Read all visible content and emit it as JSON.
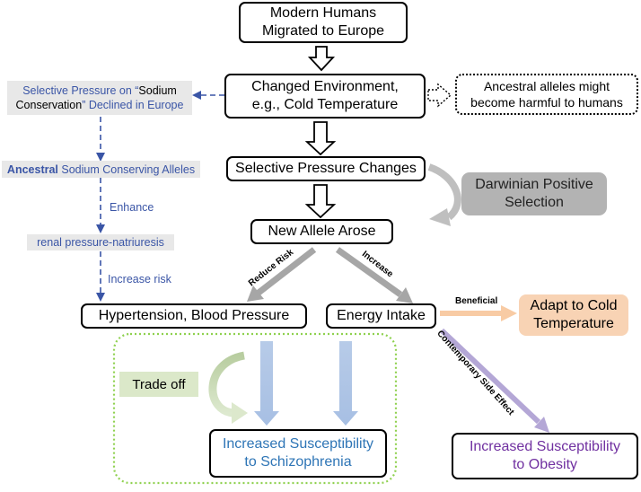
{
  "nodes": {
    "migrated": {
      "line1": "Modern Humans",
      "line2": "Migrated to Europe"
    },
    "changed_env": {
      "line1": "Changed Environment,",
      "line2": "e.g., Cold Temperature"
    },
    "ancestral_harmful": {
      "line1": "Ancestral alleles might",
      "line2": "become harmful to humans"
    },
    "selective_changes": {
      "text": "Selective Pressure Changes"
    },
    "darwinian": {
      "line1": "Darwinian Positive",
      "line2": "Selection"
    },
    "new_allele": {
      "text": "New Allele Arose"
    },
    "hypertension": {
      "text": "Hypertension, Blood Pressure"
    },
    "energy": {
      "text": "Energy Intake"
    },
    "adapt": {
      "line1": "Adapt to Cold",
      "line2": "Temperature"
    },
    "schizophrenia": {
      "line1": "Increased Susceptibility",
      "line2": "to Schizophrenia"
    },
    "obesity": {
      "line1": "Increased Susceptibility",
      "line2": "to Obesity"
    },
    "tradeoff": {
      "text": "Trade off"
    }
  },
  "left_panel": {
    "sodium_pressure": {
      "part1": "Selective Pressure on “",
      "part2": "Sodium Conservation",
      "part3": "” Declined in Europe"
    },
    "ancestral_alleles": {
      "bold": "Ancestral",
      "rest": " Sodium Conserving Alleles"
    },
    "enhance": "Enhance",
    "renal": "renal pressure-natriuresis",
    "increase_risk": "Increase risk"
  },
  "edge_labels": {
    "reduce_risk": "Reduce Risk",
    "increase": "Increase",
    "beneficial": "Beneficial",
    "side_effect": "Contemporary Side Effect"
  },
  "colors": {
    "blue_text": "#3a55a6",
    "schizophrenia_text": "#2e75b6",
    "obesity_text": "#7030a0",
    "arrow_grey": "#a6a6a6",
    "arrow_blue": "#aec5e5",
    "arrow_purple": "#b4a7d6",
    "arrow_orange": "#f8cba4",
    "trade_green": "#9fbf7f",
    "dotted_green": "#8fd14f"
  }
}
